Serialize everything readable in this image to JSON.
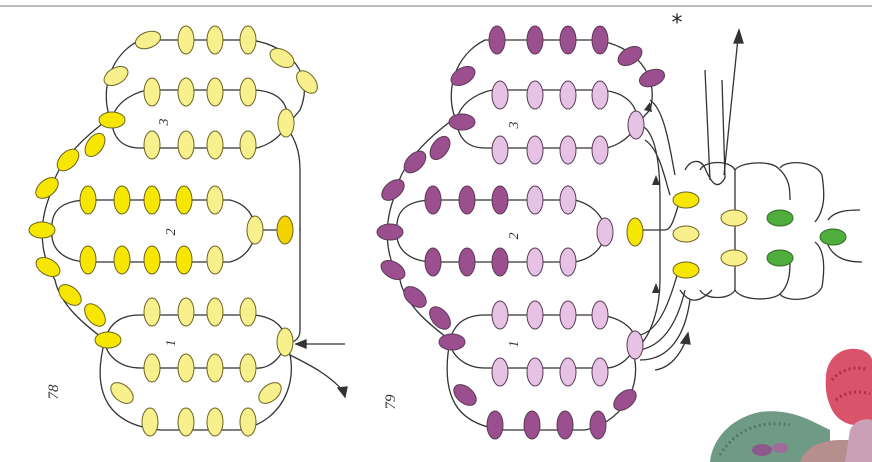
{
  "figures": [
    {
      "number": "78",
      "row_labels": [
        "3",
        "2",
        "1"
      ]
    },
    {
      "number": "79",
      "row_labels": [
        "3",
        "2",
        "1"
      ],
      "marker": "*"
    }
  ],
  "colors": {
    "yellow_bright": "#f7e600",
    "yellow_pale": "#f8f08c",
    "yellow_outline": "#6a6420",
    "purple_dark": "#9b4f8f",
    "purple_pale": "#e6c3e4",
    "purple_outline": "#5a3a55",
    "green": "#4fae3c",
    "thread": "#333333",
    "frame_line": "#555555"
  }
}
